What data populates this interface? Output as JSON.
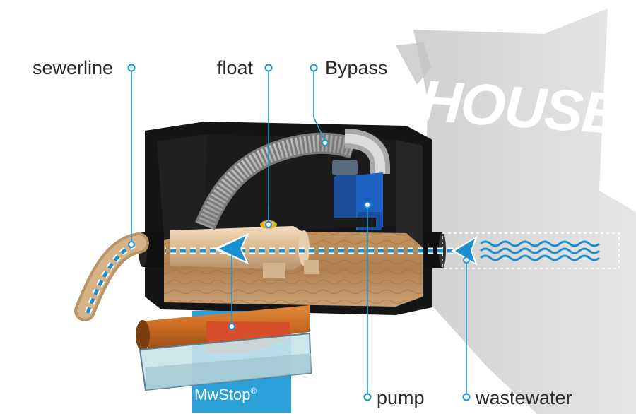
{
  "labels": {
    "sewerline": "sewerline",
    "float": "float",
    "bypass": "Bypass",
    "pump": "pump",
    "wastewater": "wastewater"
  },
  "house_text": "HOUSE",
  "brand": {
    "name": "MwStop",
    "mark": "®"
  },
  "colors": {
    "callout_line": "#1a97d6",
    "flow_arrow": "#1a8fd0",
    "tank": "#121212",
    "brand_box": "#2a9fd8",
    "house_bg": "#d4d4d4"
  }
}
